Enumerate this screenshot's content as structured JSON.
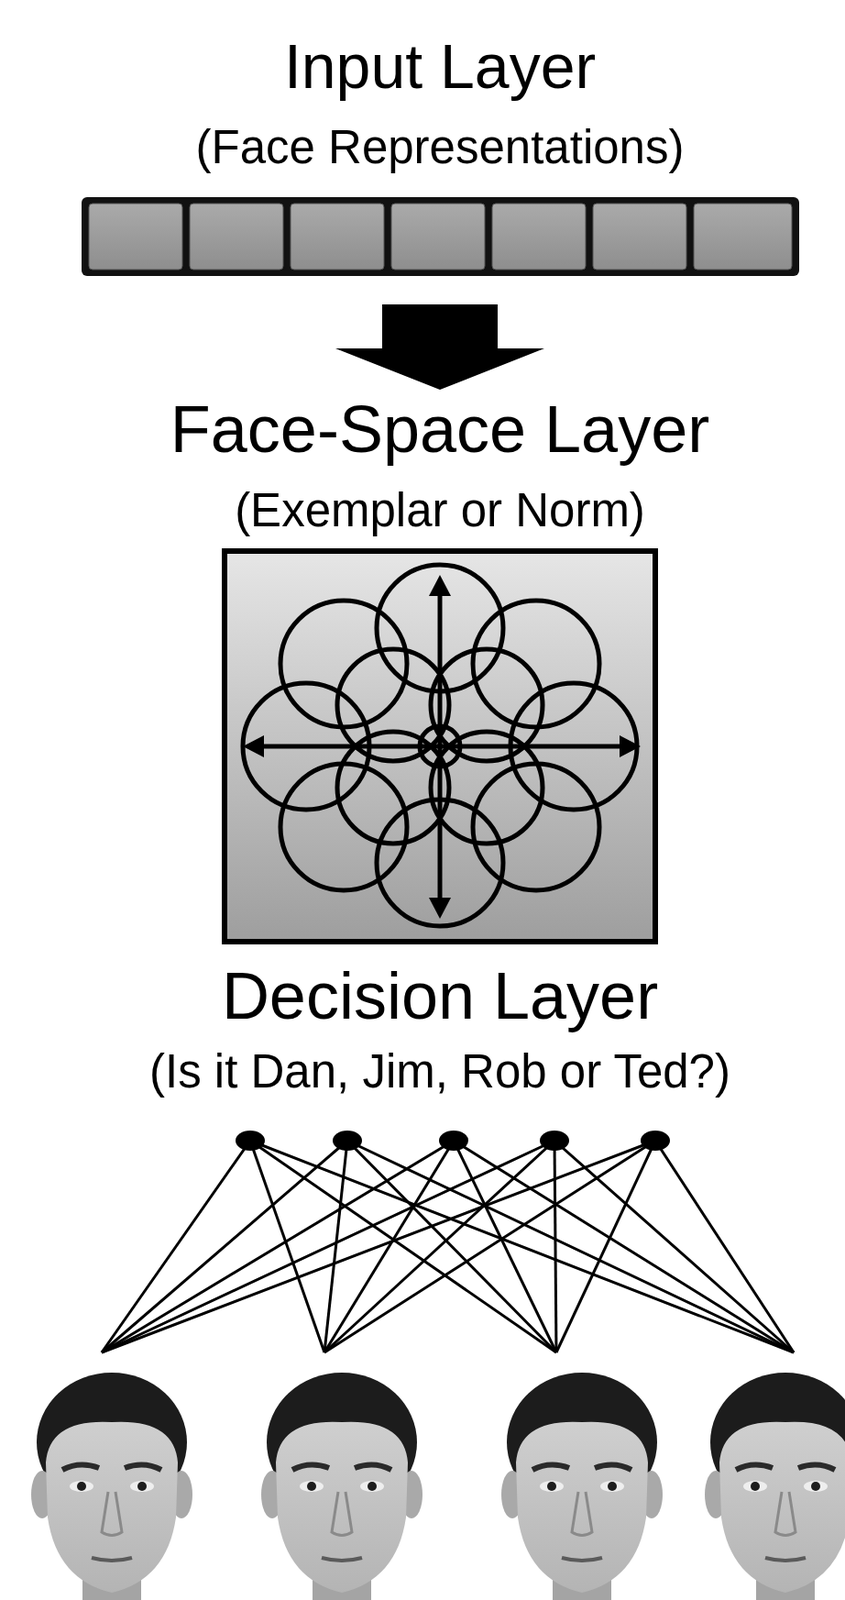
{
  "diagram": {
    "nodes": [
      {
        "text": [
          "Input Layer",
          "(Face Representations)"
        ]
      },
      {
        "text": [
          "Face-Space Layer",
          "(Exemplar or Norm)"
        ]
      },
      {
        "text": [
          "Decision Layer",
          "(Is it Dan, Jim, Rob or Ted?)"
        ]
      }
    ],
    "edges": [
      {
        "from": 0,
        "to": 1,
        "arrow": "to"
      }
    ]
  }
}
